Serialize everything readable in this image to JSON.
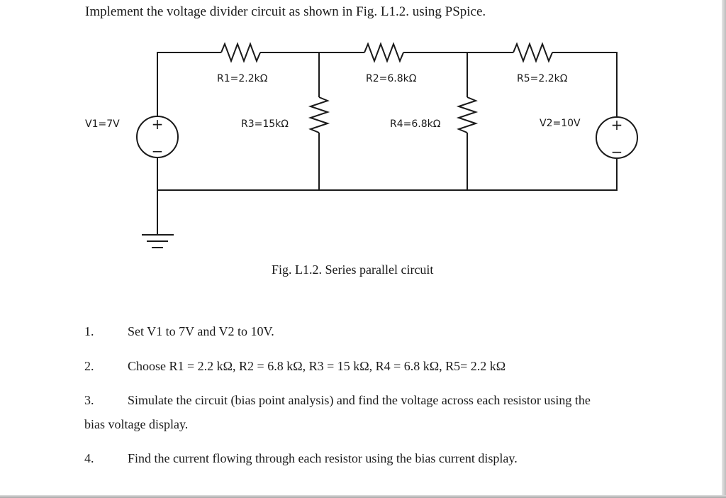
{
  "document": {
    "heading": "Implement the voltage divider circuit as shown in Fig. L1.2. using PSpice.",
    "caption": "Fig. L1.2. Series parallel circuit"
  },
  "circuit": {
    "labels": {
      "v1": "V1=7V",
      "v2": "V2=10V",
      "r1": "R1=2.2kΩ",
      "r2": "R2=6.8kΩ",
      "r3": "R3=15kΩ",
      "r4": "R4=6.8kΩ",
      "r5": "R5=2.2kΩ"
    },
    "polarity": {
      "plus": "+",
      "minus": "−"
    }
  },
  "steps": [
    {
      "number": "1.",
      "text": "Set V1 to 7V and V2 to 10V."
    },
    {
      "number": "2.",
      "text": "Choose R1 = 2.2 kΩ, R2 = 6.8 kΩ, R3 = 15 kΩ, R4 = 6.8 kΩ, R5= 2.2 kΩ"
    },
    {
      "number": "3.",
      "text": "Simulate the circuit (bias point analysis) and find the voltage across each resistor using the",
      "continuation": "bias voltage display."
    },
    {
      "number": "4.",
      "text": "Find the current flowing through each resistor using the bias current display."
    }
  ]
}
